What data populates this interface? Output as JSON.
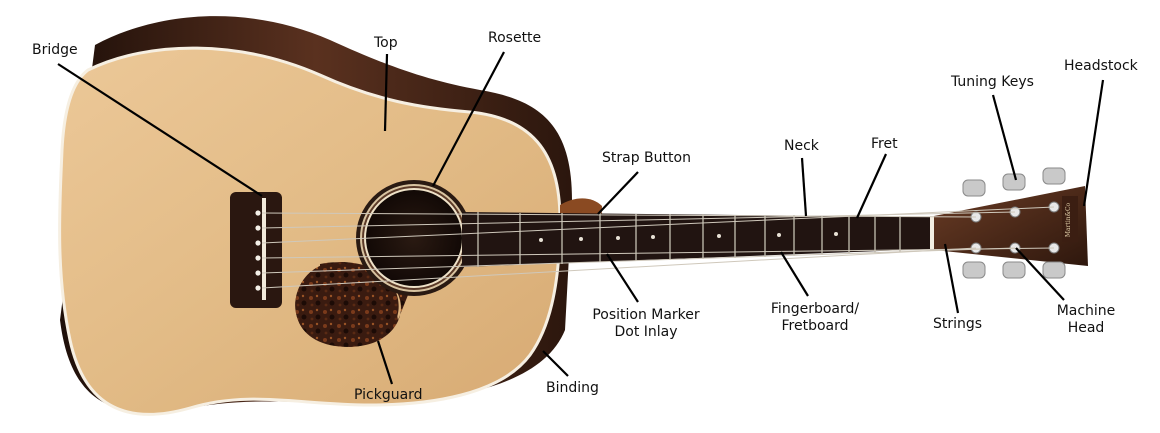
{
  "labels": {
    "bridge": "Bridge",
    "top": "Top",
    "rosette": "Rosette",
    "strap_button": "Strap Button",
    "neck": "Neck",
    "fret": "Fret",
    "tuning_keys": "Tuning Keys",
    "headstock": "Headstock",
    "position_marker": "Position Marker\nDot Inlay",
    "fingerboard": "Fingerboard/\nFretboard",
    "strings": "Strings",
    "machine_head": "Machine\nHead",
    "pickguard": "Pickguard",
    "binding": "Binding"
  },
  "colors": {
    "top_wood": "#e2bd8a",
    "back_wood": "#3b1f14",
    "fretboard": "#241714",
    "headstock": "#4a2a1c",
    "pickguard": "#3a1c12",
    "tuner_metal": "#c9c9c9",
    "leader_line": "#000000"
  }
}
